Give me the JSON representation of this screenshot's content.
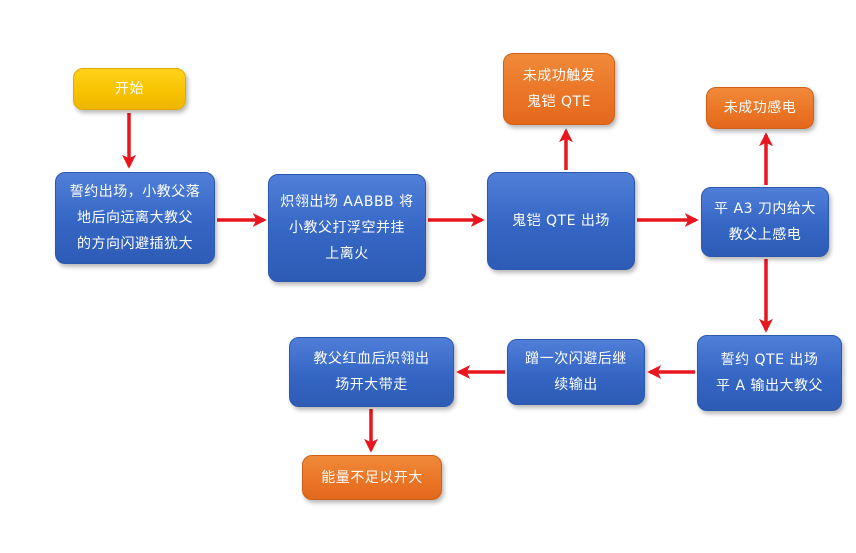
{
  "colors": {
    "blue": "#3566c4",
    "orange": "#ea7425",
    "yellow": "#f7c200",
    "arrow": "#e8161e"
  },
  "nodes": {
    "start": {
      "text": "开始"
    },
    "step1": {
      "text": "誓约出场，小教父落\n地后向远离大教父\n的方向闪避插犹大"
    },
    "step2": {
      "text": "炽翎出场 AABBB 将\n小教父打浮空并挂\n上离火"
    },
    "step3": {
      "text": "鬼铠 QTE 出场"
    },
    "fail_qte": {
      "text": "未成功触发\n鬼铠 QTE"
    },
    "step4": {
      "text": "平 A3 刀内给大\n教父上感电"
    },
    "fail_shock": {
      "text": "未成功感电"
    },
    "step5": {
      "text": "誓约 QTE 出场\n平 A 输出大教父"
    },
    "step6": {
      "text": "蹭一次闪避后继\n续输出"
    },
    "step7": {
      "text": "教父红血后炽翎出\n场开大带走"
    },
    "end": {
      "text": "能量不足以开大"
    }
  }
}
